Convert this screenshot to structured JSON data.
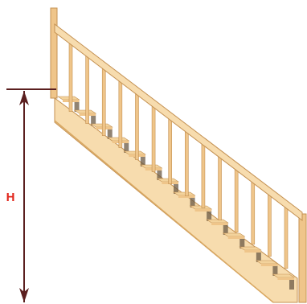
{
  "diagram": {
    "height_label": "H",
    "colors": {
      "wood_light": "#f7dcae",
      "wood_mid": "#efc58a",
      "wood_dark": "#d9a862",
      "outline": "#c49152",
      "tread_top": "#f3d39c",
      "riser_shadow": "#6b5a44",
      "dimension_line": "#5b1f1f",
      "label_color": "#e1261c"
    },
    "step_count": 14,
    "baluster_count": 14
  }
}
